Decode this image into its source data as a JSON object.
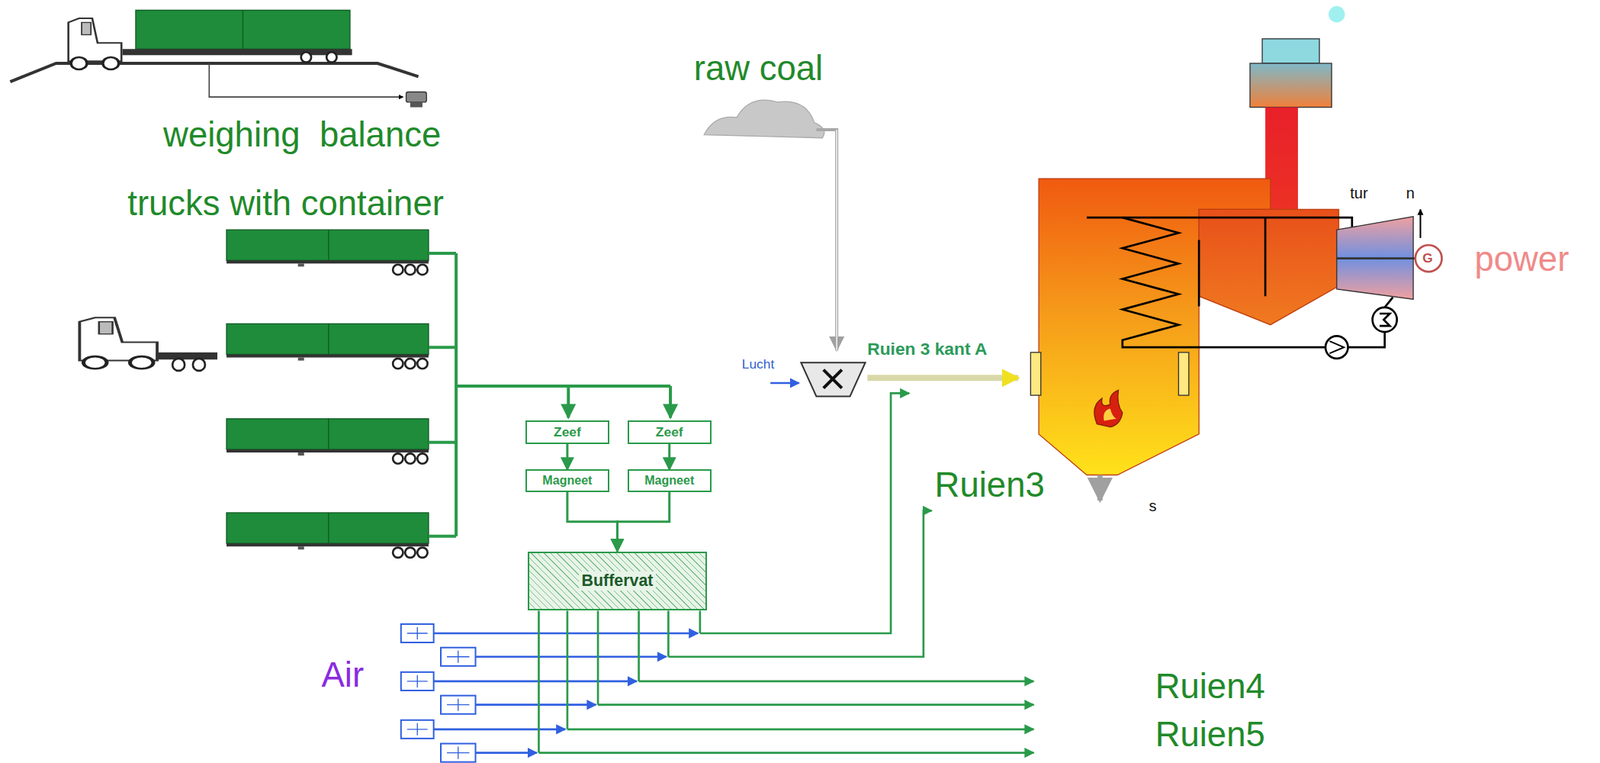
{
  "diagram": {
    "nodes": [
      {
        "text": [
          "Zeef"
        ]
      },
      {
        "text": [
          "Zeef"
        ]
      },
      {
        "text": [
          "Magneet"
        ]
      },
      {
        "text": [
          "Magneet"
        ]
      },
      {
        "text": [
          "Buffervat"
        ]
      }
    ],
    "edges": [
      {
        "from": 0,
        "to": 2,
        "arrow": "to"
      },
      {
        "from": 1,
        "to": 3,
        "arrow": "to"
      },
      {
        "from": 2,
        "to": 4,
        "arrow": "to"
      },
      {
        "from": 3,
        "to": 4,
        "arrow": "to"
      }
    ],
    "labels": [
      "weighing  balance",
      "trucks with container",
      "raw coal",
      "Lucht",
      "Ruien 3 kant A",
      "tur",
      "n",
      "G",
      "power",
      "Ruien3",
      "s",
      "Air",
      "Ruien4",
      "Ruien5"
    ]
  }
}
